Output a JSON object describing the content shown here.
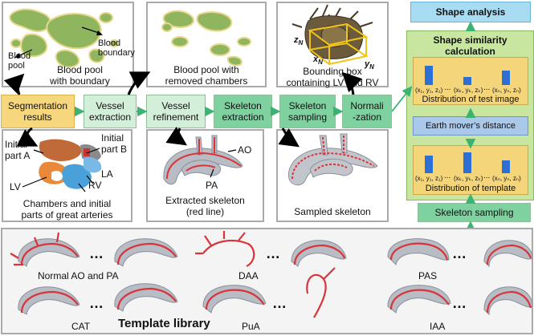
{
  "colors": {
    "panel_border": "#aaaaaa",
    "segmentation_fill": "#f7d77e",
    "stage_fill_light": "#d4efd9",
    "stage_fill_mid": "#7fd1a0",
    "shape_analysis_fill": "#a8dcf2",
    "similarity_fill": "#c8e6a0",
    "dist_fill": "#f5d57a",
    "emd_fill": "#a9c8ea",
    "bar_color": "#2e6fd6",
    "arrow_green": "#3cb371",
    "skeleton_red": "#d8343a"
  },
  "panels": {
    "blood_pool": {
      "caption_line1": "Blood pool",
      "caption_line2": "with boundary",
      "label_pool": "Blood\npool",
      "label_boundary": "Blood\nboundary"
    },
    "removed_chambers": {
      "caption_line1": "Blood pool with",
      "caption_line2": "removed chambers"
    },
    "bounding_box": {
      "caption_line1": "Bounding box",
      "caption_line2": "containing LV and RV",
      "axis_z": "z",
      "axis_x": "x",
      "axis_y": "y",
      "axis_sub": "N"
    },
    "chambers": {
      "caption_line1": "Chambers and initial",
      "caption_line2": "parts of great arteries",
      "label_initial_a": "Initial\npart A",
      "label_initial_b": "Initial\npart B",
      "label_la": "LA",
      "label_rv": "RV",
      "label_lv": "LV"
    },
    "extracted_skeleton": {
      "caption_line1": "Extracted skeleton",
      "caption_line2": "(red line)",
      "label_ao": "AO",
      "label_pa": "PA"
    },
    "sampled_skeleton": {
      "caption": "Sampled skeleton"
    }
  },
  "pipeline": {
    "segmentation": "Segmentation\nresults",
    "vessel_extraction": "Vessel\nextraction",
    "vessel_refinement": "Vessel\nrefinement",
    "skeleton_extraction": "Skeleton\nextraction",
    "skeleton_sampling": "Skeleton\nsampling",
    "normalization": "Normali\n-zation"
  },
  "right_column": {
    "shape_analysis": "Shape analysis",
    "similarity_title": "Shape similarity\ncalculation",
    "dist_test_caption": "Distribution of test image",
    "emd": "Earth mover’s distance",
    "dist_template_caption": "Distribution of template",
    "skeleton_sampling_bottom": "Skeleton sampling",
    "tuple1": "(x₁, y₁, z₁)",
    "tuple_k": "(xₖ, yₖ, zₖ)",
    "tuple_n": "(xₙ, yₙ, zₙ)",
    "ellipsis": "..."
  },
  "template_library": {
    "title": "Template library",
    "ellipsis": "…",
    "categories_row1": [
      "Normal AO and PA",
      "DAA",
      "PAS"
    ],
    "categories_row2": [
      "CAT",
      "PuA",
      "IAA"
    ]
  }
}
